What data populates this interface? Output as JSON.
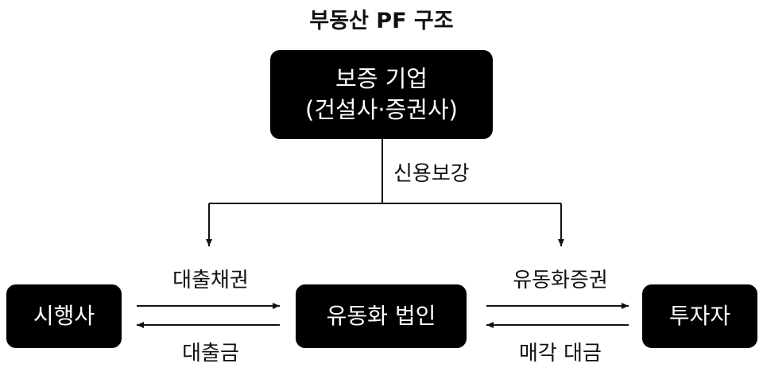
{
  "title": "부동산 PF 구조",
  "nodes": {
    "guarantor": {
      "line1": "보증 기업",
      "line2": "(건설사·증권사)"
    },
    "developer": "시행사",
    "spv": "유동화 법인",
    "investor": "투자자"
  },
  "edges": {
    "credit_enhancement": "신용보강",
    "loan_bond": "대출채권",
    "loan_payment": "대출금",
    "abs": "유동화증권",
    "sale_proceeds": "매각 대금"
  }
}
